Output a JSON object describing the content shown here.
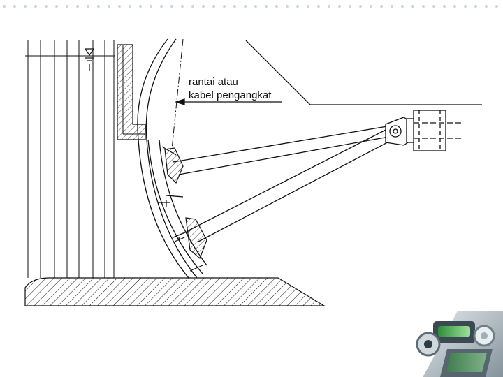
{
  "diagram": {
    "label_line1": "rantai atau",
    "label_line2": "kabel pengangkat"
  },
  "colors": {
    "page_background": "#ffffff",
    "drawing_background": "#ffffff",
    "line": "#111111",
    "border_dots": "#c9d4e6",
    "icon_green": "#3fae4a",
    "icon_gray": "#8a9aa6"
  },
  "icons": {
    "water_level": "water-level-symbol",
    "corner_decoration": "microscope-icon"
  }
}
